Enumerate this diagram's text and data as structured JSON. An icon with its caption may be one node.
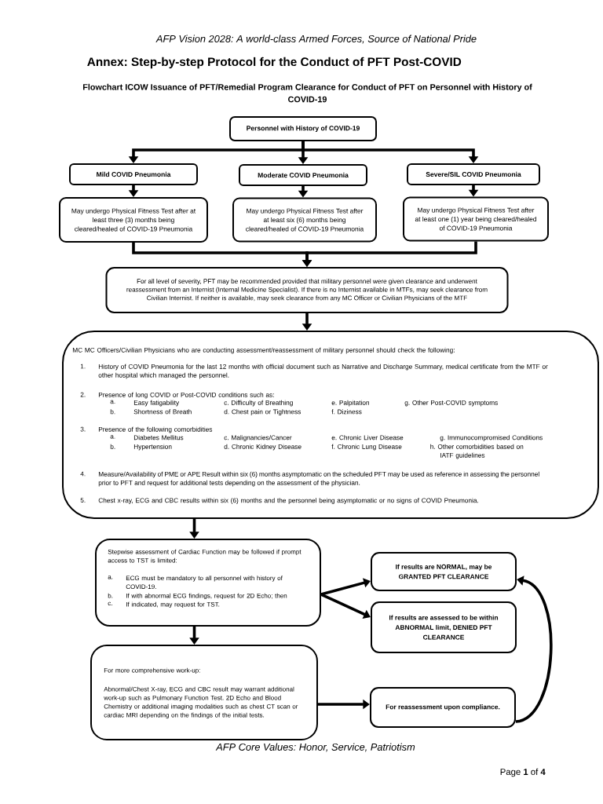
{
  "diagram": {
    "title": "Flowchart ICOW Issuance of PFT/Remedial Program Clearance for Conduct of PFT on Personnel with History of COVID-19",
    "nodes": [
      {
        "text": [
          "Personnel with History of COVID-19"
        ]
      },
      {
        "text": [
          "Mild COVID Pneumonia"
        ]
      },
      {
        "text": [
          "Moderate COVID Pneumonia"
        ]
      },
      {
        "text": [
          "Severe/SIL COVID Pneumonia"
        ]
      },
      {
        "text": [
          "May undergo Physical Fitness Test after at least three (3) months being cleared/healed of COVID-19 Pneumonia"
        ]
      },
      {
        "text": [
          "May undergo Physical Fitness Test after at least six (6) months being cleared/healed of COVID-19 Pneumonia"
        ]
      },
      {
        "text": [
          "May undergo Physical Fitness Test after at least one (1) year being cleared/healed of COVID-19 Pneumonia"
        ]
      },
      {
        "text": [
          "For all level of severity, PFT may be recommended provided that military personnel were given clearance and underwent reassessment from an Internist (Internal Medicine Specialist). If there is no Internist available in MTFs, may seek clearance from Civilian Internist. If neither is available, may seek clearance from any MC Officer or Civilian Physicians of the MTF"
        ]
      },
      {
        "text": [
          "MC MC Officers/Civilian Physicians who are conducting assessment/reassessment of military personnel should check the following:",
          "1.",
          "History of COVID Pneumonia for the last 12 months with official document such as Narrative and Discharge Summary, medical certificate from the MTF or other hospital which managed the personnel.",
          "2.",
          "Presence of long COVID or Post-COVID conditions such as:",
          "a.",
          "Easy fatigability",
          "b.",
          "Shortness of Breath",
          "c. Difficulty of Breathing",
          "d. Chest pain or Tightness",
          "e. Palpitation",
          "f. Diziness",
          "g. Other Post-COVID symptoms",
          "3.",
          "Presence of the following comorbidities",
          "a.",
          "Diabetes Mellitus",
          "b.",
          "Hypertension",
          "c. Malignancies/Cancer",
          "d. Chronic Kidney Disease",
          "e. Chronic Liver Disease",
          "f. Chronic Lung Disease",
          "g. Immunocompromised Conditions",
          "h. Other comorbidities based on IATF guidelines",
          "4.",
          "Measure/Availability of PME or APE Result within six (6) months asymptomatic on the scheduled PFT may be used as reference in assessing the personnel prior to PFT and request for additional tests depending on the assessment of the physician.",
          "5.",
          "Chest x-ray, ECG and CBC results within six (6) months and the personnel being asymptomatic or no signs of COVID Pneumonia."
        ]
      },
      {
        "text": [
          "Stepwise assessment of Cardiac Function may be followed if prompt access to TST is limited:",
          "a.",
          "ECG must be mandatory to all personnel with history of COVID-19.",
          "b.",
          "If with abnormal ECG findings, request for 2D Echo; then",
          "c.",
          "If indicated, may request for TST."
        ]
      },
      {
        "text": [
          "If results are NORMAL, may be GRANTED PFT CLEARANCE"
        ]
      },
      {
        "text": [
          "If results are assessed to be within ABNORMAL limit, DENIED PFT CLEARANCE"
        ]
      },
      {
        "text": [
          "For more comprehensive work-up:",
          "Abnormal/Chest X-ray, ECG and CBC result may warrant additional work-up such as Pulmonary Function Test. 2D Echo and Blood Chemistry or additional imaging modalities such as chest CT scan or cardiac MRI depending on the findings of the initial tests."
        ]
      },
      {
        "text": [
          "For reassessment upon compliance."
        ]
      }
    ],
    "edges": [
      {
        "from": 0,
        "to": 1,
        "arrow": "to"
      },
      {
        "from": 0,
        "to": 2,
        "arrow": "to"
      },
      {
        "from": 0,
        "to": 3,
        "arrow": "to"
      },
      {
        "from": 1,
        "to": 4,
        "arrow": "to"
      },
      {
        "from": 2,
        "to": 5,
        "arrow": "to"
      },
      {
        "from": 3,
        "to": 6,
        "arrow": "to"
      },
      {
        "from": 4,
        "to": 7,
        "arrow": "to"
      },
      {
        "from": 6,
        "to": 7,
        "arrow": "to"
      },
      {
        "from": 7,
        "to": 8,
        "arrow": "to"
      },
      {
        "from": 8,
        "to": 9,
        "arrow": "to"
      },
      {
        "from": 9,
        "to": 10,
        "arrow": "to"
      },
      {
        "from": 9,
        "to": 11,
        "arrow": "to"
      },
      {
        "from": 9,
        "to": 12,
        "arrow": "to"
      },
      {
        "from": 12,
        "to": 13,
        "arrow": "to"
      },
      {
        "from": 13,
        "to": 10,
        "arrow": "to"
      }
    ],
    "labels": [
      "AFP Vision 2028: A world-class Armed Forces, Source of National Pride",
      "Annex: Step-by-step Protocol for the Conduct of PFT Post-COVID",
      "AFP Core Values: Honor, Service, Patriotism",
      "Page **1** of **4**"
    ]
  }
}
